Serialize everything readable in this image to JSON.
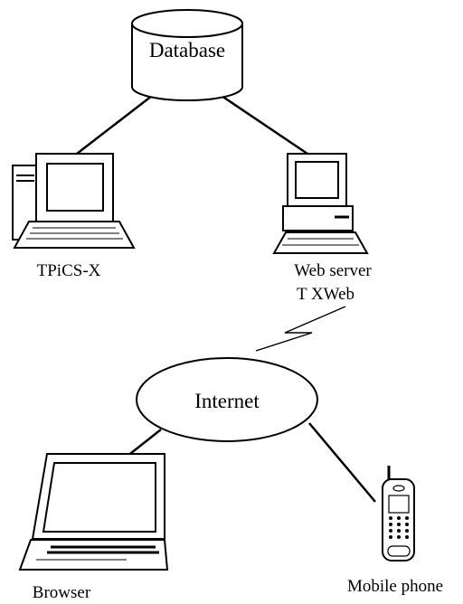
{
  "nodes": {
    "database": {
      "label": "Database"
    },
    "tpics_x": {
      "label": "TPiCS-X"
    },
    "web_server": {
      "label": "Web server",
      "sublabel": "T XWeb"
    },
    "internet": {
      "label": "Internet"
    },
    "browser": {
      "label": "Browser"
    },
    "mobile_phone": {
      "label": "Mobile phone"
    }
  },
  "edges": [
    {
      "from": "database",
      "to": "tpics_x",
      "style": "line"
    },
    {
      "from": "database",
      "to": "web_server",
      "style": "line"
    },
    {
      "from": "web_server",
      "to": "internet",
      "style": "zigzag"
    },
    {
      "from": "internet",
      "to": "browser",
      "style": "line"
    },
    {
      "from": "internet",
      "to": "mobile_phone",
      "style": "line"
    }
  ],
  "colors": {
    "stroke": "#000000",
    "fill": "#ffffff"
  },
  "icons": [
    "database-cylinder-icon",
    "desktop-pc-icon",
    "web-server-pc-icon",
    "laptop-icon",
    "mobile-phone-icon",
    "cloud-ellipse-icon"
  ]
}
